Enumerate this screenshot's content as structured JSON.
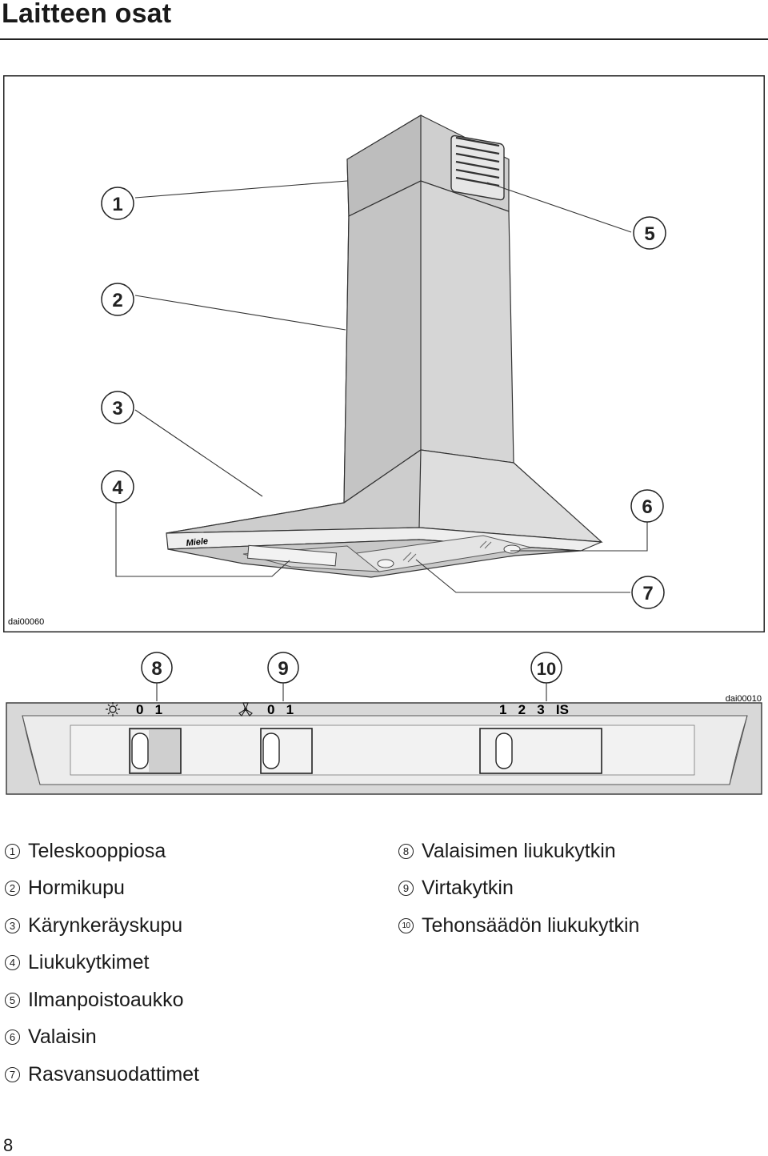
{
  "title": "Laitteen osat",
  "figure1": {
    "code": "dai00060",
    "brand": "Miele",
    "callouts": [
      "1",
      "2",
      "3",
      "4",
      "5",
      "6",
      "7"
    ]
  },
  "figure2": {
    "code": "dai00010",
    "callouts": [
      "8",
      "9",
      "10"
    ],
    "light_switch_positions": "0   1",
    "fan_switch_positions": "0   1",
    "power_positions": "1   2   3   IS"
  },
  "legend": [
    {
      "num": "1",
      "text": "Teleskooppiosa"
    },
    {
      "num": "2",
      "text": "Hormikupu"
    },
    {
      "num": "3",
      "text": "Kärynkeräyskupu"
    },
    {
      "num": "4",
      "text": "Liukukytkimet"
    },
    {
      "num": "5",
      "text": "Ilmanpoistoaukko"
    },
    {
      "num": "6",
      "text": "Valaisin"
    },
    {
      "num": "7",
      "text": "Rasvansuodattimet"
    },
    {
      "num": "8",
      "text": "Valaisimen liukukytkin"
    },
    {
      "num": "9",
      "text": "Virtakytkin"
    },
    {
      "num": "10",
      "text": "Tehonsäädön liukukytkin"
    }
  ],
  "page_number": "8"
}
